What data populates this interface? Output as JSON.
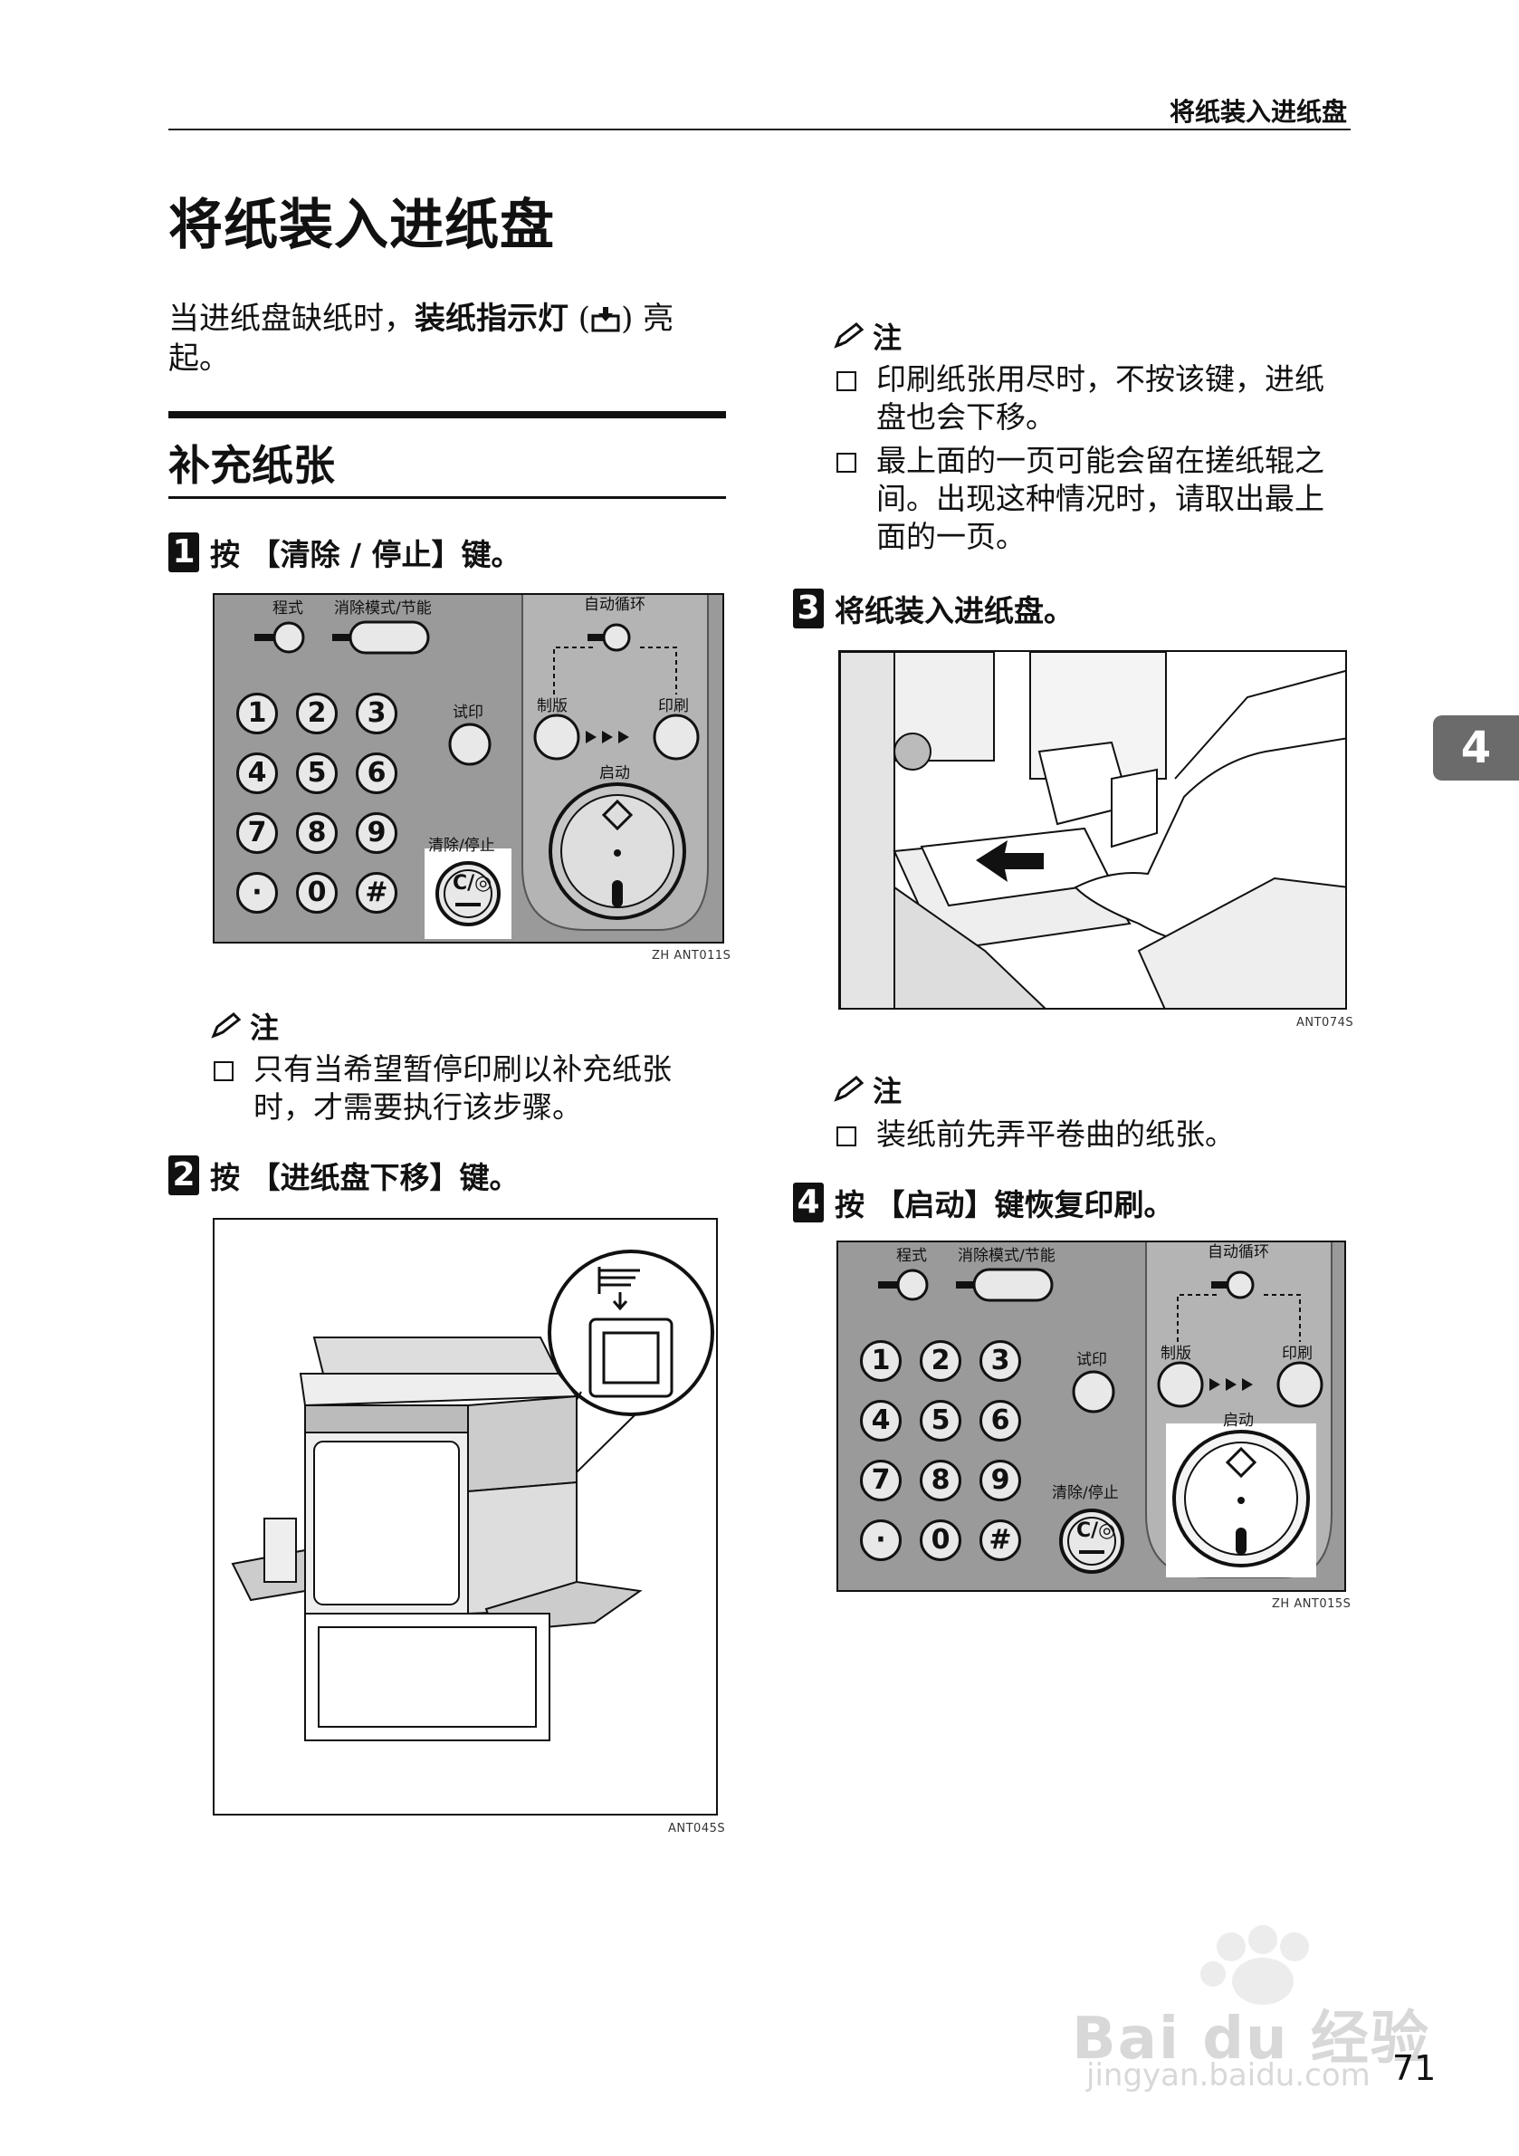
{
  "running_head": "将纸装入进纸盘",
  "page_title": "将纸装入进纸盘",
  "intro": {
    "before": "当进纸盘缺纸时，",
    "bold": "装纸指示灯",
    "paren_open": " (",
    "paren_close": ") 亮起。"
  },
  "section_title": "补充纸张",
  "steps": [
    {
      "num": "1",
      "text": "按 【清除 / 停止】键。"
    },
    {
      "num": "2",
      "text": "按 【进纸盘下移】键。"
    },
    {
      "num": "3",
      "text": "将纸装入进纸盘。"
    },
    {
      "num": "4",
      "text": "按 【启动】键恢复印刷。"
    }
  ],
  "note_label": "注",
  "notes_step1": [
    "只有当希望暂停印刷以补充纸张时，才需要执行该步骤。"
  ],
  "notes_right_top": [
    "印刷纸张用尽时，不按该键，进纸盘也会下移。",
    "最上面的一页可能会留在搓纸辊之间。出现这种情况时，请取出最上面的一页。"
  ],
  "notes_step3": [
    "装纸前先弄平卷曲的纸张。"
  ],
  "panel": {
    "program": "程式",
    "clear_mode": "消除模式/节能",
    "auto_cycle": "自动循环",
    "proof": "试印",
    "master": "制版",
    "print": "印刷",
    "start": "启动",
    "clear_stop": "清除/停止",
    "keys": [
      "1",
      "2",
      "3",
      "4",
      "5",
      "6",
      "7",
      "8",
      "9",
      "·",
      "0",
      "#"
    ],
    "cstop": "C/◎"
  },
  "figure_codes": {
    "fig1": "ZH ANT011S",
    "fig2": "ANT045S",
    "fig3": "ANT074S",
    "fig4": "ZH ANT015S"
  },
  "chapter_tab": "4",
  "page_number": "71",
  "watermark": {
    "brand": "Bai du 经验",
    "url": "jingyan.baidu.com"
  },
  "colors": {
    "panel_bg": "#9a9a9a",
    "tab_bg": "#6b6b6b",
    "ink": "#111111"
  }
}
